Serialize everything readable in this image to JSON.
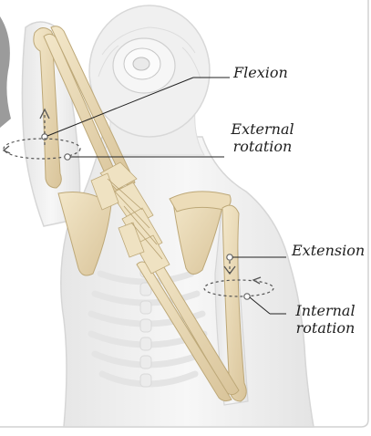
{
  "labels": {
    "flexion": "Flexion",
    "external_rotation": {
      "line1": "External",
      "line2": "rotation"
    },
    "extension": "Extension",
    "internal_rotation": {
      "line1": "Internal",
      "line2": "rotation"
    }
  },
  "colors": {
    "background": "#ffffff",
    "body": "#f1f1f1",
    "body_outline": "#d9d9d9",
    "bone": "#eadbb8",
    "bone_shadow": "#cdb88c",
    "leader_line": "#222222",
    "marker": "#888888",
    "frame": "#cfcfcf"
  },
  "icons": {
    "flexion_arrow": "arrow-up-icon",
    "extension_arrow": "arrow-down-icon",
    "external_rotation_arrow": "rotation-arrow-icon",
    "internal_rotation_arrow": "rotation-arrow-icon"
  }
}
